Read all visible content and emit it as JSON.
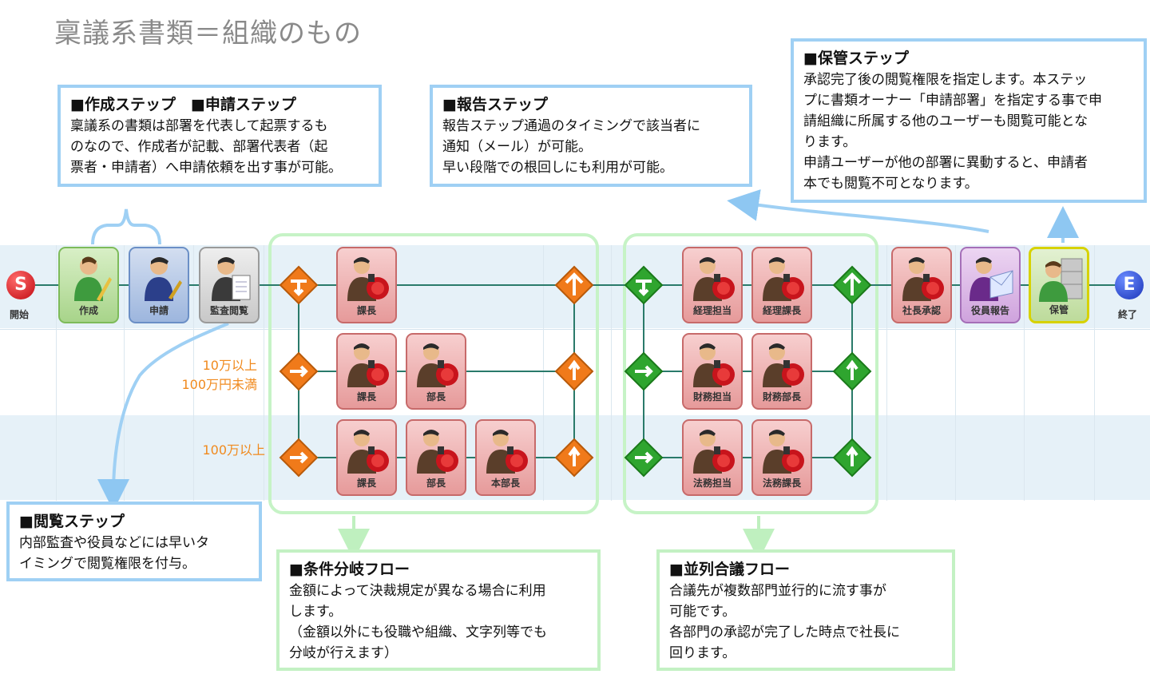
{
  "title": "稟議系書類＝組織のもの",
  "callouts": {
    "create": {
      "head": "■作成ステップ　■申請ステップ",
      "body": "稟議系の書類は部署を代表して起票するも\nのなので、作成者が記載、部署代表者（起\n票者・申請者）へ申請依頼を出す事が可能。"
    },
    "report": {
      "head": "■報告ステップ",
      "body": "報告ステップ通過のタイミングで該当者に\n通知（メール）が可能。\n早い段階での根回しにも利用が可能。"
    },
    "storage": {
      "head": "■保管ステップ",
      "body": "承認完了後の閲覧権限を指定します。本ステッ\nプに書類オーナー「申請部署」を指定する事で申\n請組織に所属する他のユーザーも閲覧可能とな\nります。\n申請ユーザーが他の部署に異動すると、申請者\n本でも閲覧不可となります。"
    },
    "view": {
      "head": "■閲覧ステップ",
      "body": "内部監査や役員などには早いタ\nイミングで閲覧権限を付与。"
    },
    "branch": {
      "head": "■条件分岐フロー",
      "body": "金額によって決裁規定が異なる場合に利用\nします。\n（金額以外にも役職や組織、文字列等でも\n分岐が行えます）"
    },
    "parallel": {
      "head": "■並列合議フロー",
      "body": "合議先が複数部門並行的に流す事が\n可能です。\n各部門の承認が完了した時点で社長に\n回ります。"
    }
  },
  "conditions": {
    "lane2": [
      "10万以上",
      "100万円未満"
    ],
    "lane3": "100万以上"
  },
  "start": {
    "glyph": "S",
    "label": "開始",
    "color": "#d8141c"
  },
  "end": {
    "glyph": "E",
    "label": "終了",
    "color": "#1a3fd0"
  },
  "nodes": {
    "create": "作成",
    "apply": "申請",
    "audit": "監査閲覧",
    "b1_chief": "課長",
    "b2_chief": "課長",
    "b2_manager": "部長",
    "b3_chief": "課長",
    "b3_manager": "部長",
    "b3_director": "本部長",
    "p_acc_staff": "経理担当",
    "p_acc_chief": "経理課長",
    "p_fin_staff": "財務担当",
    "p_fin_manager": "財務部長",
    "p_law_staff": "法務担当",
    "p_law_chief": "法務課長",
    "president": "社長承認",
    "officer_report": "役員報告",
    "storage": "保管"
  },
  "colors": {
    "callout_border": "#9fd0f4",
    "group_border": "#c6f3c6",
    "branch_diamond": "#f07a1a",
    "parallel_diamond": "#2fa52f",
    "condition_text": "#f08a1e"
  }
}
